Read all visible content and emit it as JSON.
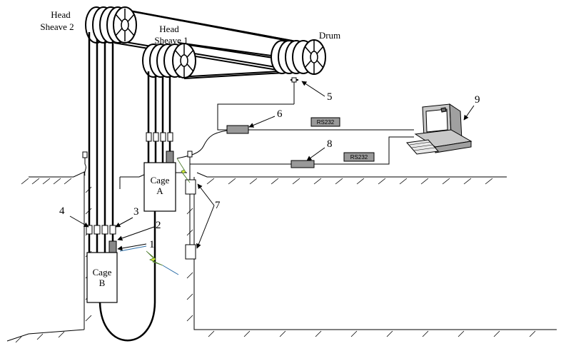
{
  "labels": {
    "head_sheave_2_line1": "Head",
    "head_sheave_2_line2": "Sheave 2",
    "head_sheave_1_line1": "Head",
    "head_sheave_1_line2": "Sheave 1",
    "drum": "Drum",
    "cage_a_line1": "Cage",
    "cage_a_line2": "A",
    "cage_b_line1": "Cage",
    "cage_b_line2": "B",
    "rs232_upper": "RS232",
    "rs232_lower": "RS232"
  },
  "callouts": {
    "n1": "1",
    "n2": "2",
    "n3": "3",
    "n4": "4",
    "n5": "5",
    "n6": "6",
    "n7": "7",
    "n8": "8",
    "n9": "9"
  },
  "icons": {
    "computer": "desktop-computer-icon",
    "lightning": "wireless-signal-icon"
  }
}
